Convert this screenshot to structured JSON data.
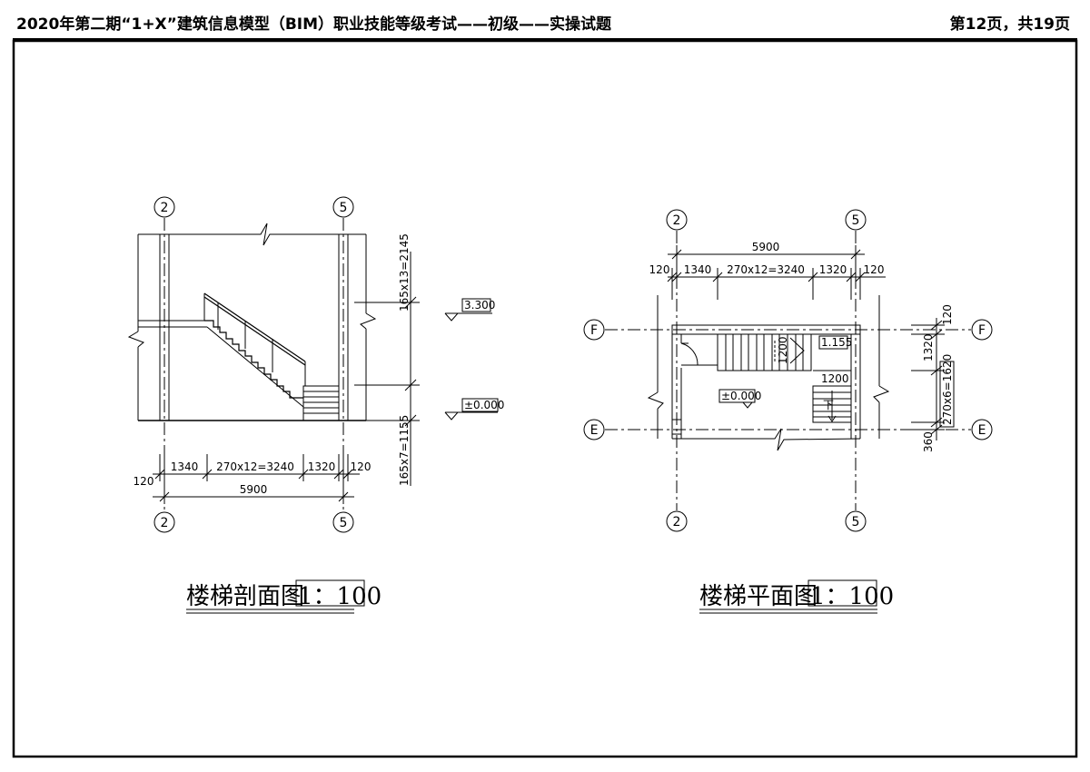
{
  "header": {
    "title": "2020年第二期“1+X”建筑信息模型（BIM）职业技能等级考试——初级——实操试题",
    "page": "第12页，共19页"
  },
  "section": {
    "axis_left": "2",
    "axis_right": "5",
    "dims_bottom": {
      "d1": "120",
      "d2": "1340",
      "d3": "270x12=3240",
      "d4": "1320",
      "d5": "120",
      "total": "5900"
    },
    "dims_vertical": {
      "upper": "165x13=2145",
      "lower": "165x7=1155"
    },
    "level_top": "3.300",
    "level_bottom": "±0.000",
    "title": "楼梯剖面图",
    "scale": "1：100"
  },
  "plan": {
    "axis_left": "2",
    "axis_right": "5",
    "axis_top": "F",
    "axis_bottom": "E",
    "dims_top": {
      "total": "5900",
      "d1": "120",
      "d2": "1340",
      "d3": "270x12=3240",
      "d4": "1320",
      "d5": "120"
    },
    "dims_right": {
      "d1": "120",
      "d2": "1320",
      "d3": "360",
      "run": "270x6=1620"
    },
    "inner_1200_a": "1200",
    "inner_1200_b": "1200",
    "level_landing": "1.155",
    "level_floor": "±0.000",
    "arrow_label": "下",
    "title": "楼梯平面图",
    "scale": "1：100"
  }
}
